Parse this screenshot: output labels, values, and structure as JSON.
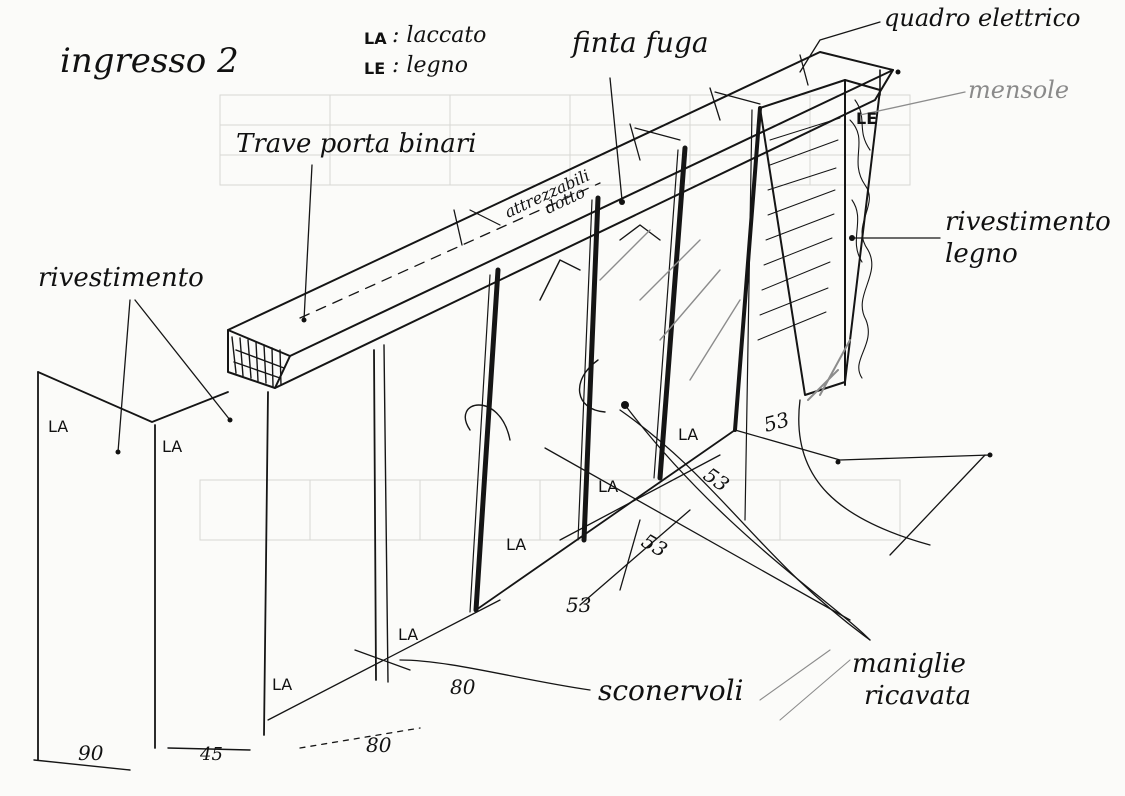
{
  "title": "ingresso 2",
  "legend": {
    "la_code": "LA",
    "la_text": ": laccato",
    "le_code": "LE",
    "le_text": ": legno"
  },
  "labels": {
    "finta_fuga": "finta fuga",
    "quadro_elettrico": "quadro elettrico",
    "mensole": "mensole",
    "trave_porta_binari": "Trave porta binari",
    "rivestimento_left": "rivestimento",
    "rivestimento_legno_1": "rivestimento",
    "rivestimento_legno_2": "legno",
    "attrezzabili": "attrezzabili",
    "dotto": "dotto",
    "sconervoli": "sconervoli",
    "maniglie_1": "maniglie",
    "maniglie_2": "ricavata"
  },
  "material_marks": {
    "la": "LA",
    "le": "LE"
  },
  "dimensions": {
    "d53": "53",
    "d80": "80",
    "d90": "90",
    "d45": "45"
  }
}
